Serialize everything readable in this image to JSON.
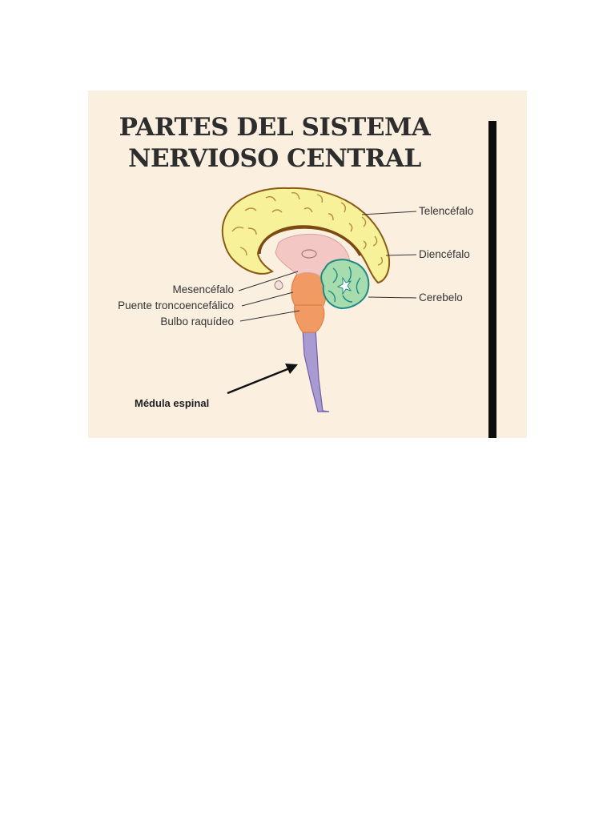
{
  "title": {
    "line1": "PARTES DEL SISTEMA",
    "line2": "NERVIOSO CENTRAL"
  },
  "labels": {
    "telencefalo": "Telencéfalo",
    "diencefalo": "Diencéfalo",
    "cerebelo": "Cerebelo",
    "mesencefalo": "Mesencéfalo",
    "puente": "Puente troncoencefálico",
    "bulbo": "Bulbo raquídeo",
    "medula": "Médula espinal"
  },
  "colors": {
    "background": "#fbefe0",
    "telencefalo": "#f7f19a",
    "telencefalo_outline": "#7a4a12",
    "diencefalo": "#f3c7c3",
    "cerebelo": "#a6dcae",
    "cerebelo_outline": "#1f8a82",
    "tronco": "#f29a63",
    "medula": "#a99ad1"
  }
}
